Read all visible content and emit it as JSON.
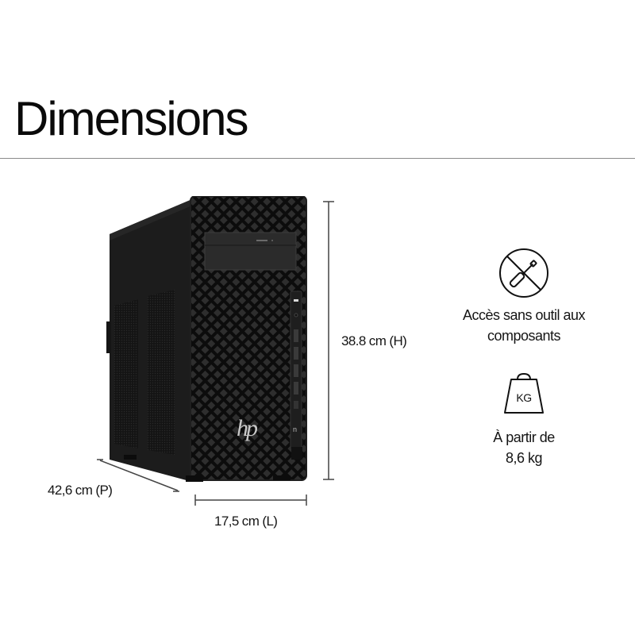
{
  "header": {
    "title": "Dimensions"
  },
  "product": {
    "logo_text": "hp",
    "icon": "desktop-tower-image"
  },
  "dimensions": {
    "height": "38.8 cm (H)",
    "width": "17,5 cm (L)",
    "depth": "42,6 cm (P)"
  },
  "features": [
    {
      "icon": "tool-less-icon",
      "line1": "Accès sans outil aux",
      "line2": "composants"
    },
    {
      "icon": "weight-icon",
      "badge": "KG",
      "line1": "À partir de",
      "line2": "8,6 kg"
    }
  ],
  "colors": {
    "text": "#111111",
    "divider": "#8a8a8a",
    "dimension_line": "#444444",
    "tower": "#1b1b1b"
  }
}
